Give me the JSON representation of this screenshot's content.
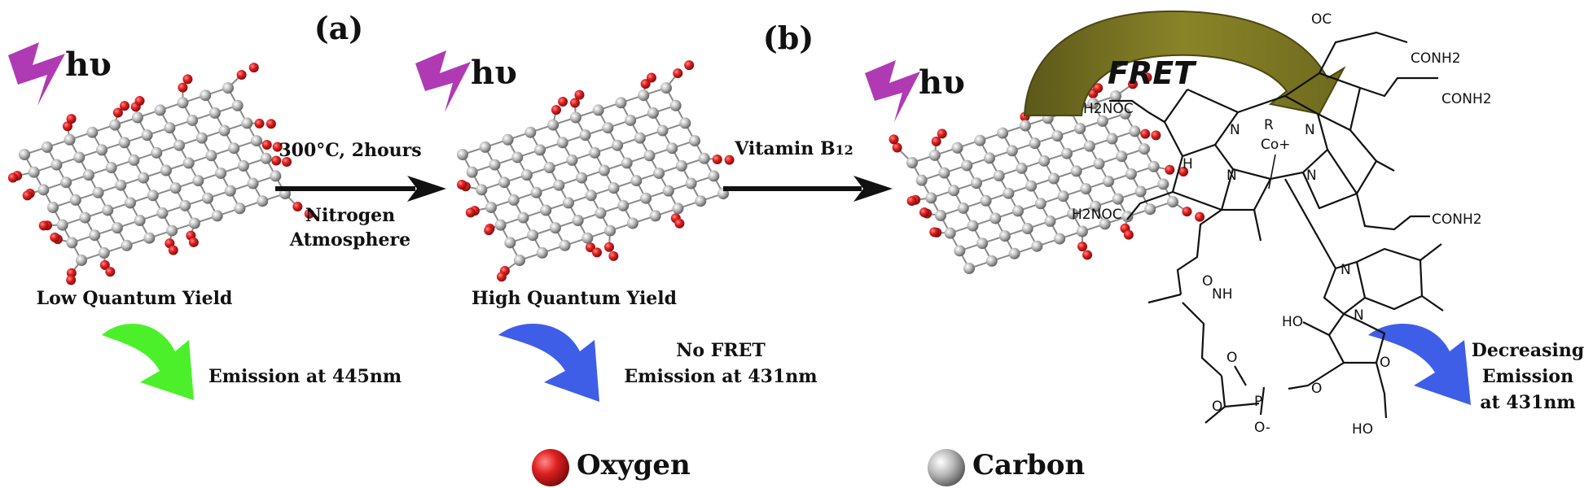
{
  "panels": {
    "a": "(a)",
    "b": "(b)"
  },
  "light": {
    "symbol": "hυ"
  },
  "steps": {
    "step1": {
      "line1": "300°C, 2hours",
      "line2": "Nitrogen",
      "line3": "Atmosphere"
    },
    "step2": {
      "label": "Vitamin B",
      "sub": "12"
    }
  },
  "states": {
    "low": "Low Quantum Yield",
    "high": "High Quantum Yield"
  },
  "emissions": {
    "e1": {
      "line1": "Emission at 445nm"
    },
    "e2": {
      "line1": "No FRET",
      "line2": "Emission at 431nm"
    },
    "e3": {
      "line1": "Decreasing",
      "line2": "Emission",
      "line3": "at 431nm"
    }
  },
  "fret": "FRET",
  "molecule": {
    "conh2_top": "CONH2",
    "conh2_right": "CONH2",
    "conh2_lower": "CONH2",
    "h2noc_left": "H2NOC",
    "h2noc_lower": "H2NOC",
    "metal": "Co+",
    "r": "R",
    "n": "N",
    "h": "H",
    "nh": "NH",
    "ho": "HO",
    "o": "O",
    "o_minus": "O-",
    "p": "P",
    "oc_top": "OC"
  },
  "legend": {
    "oxygen": "Oxygen",
    "carbon": "Carbon"
  },
  "colors": {
    "oxygen": "#d61a1a",
    "carbon": "#a6a6a6",
    "green_arrow": "#4cf02a",
    "blue_arrow": "#3e5ee8",
    "fret_arrow": "#7a7420",
    "light": "#b03ab4"
  }
}
